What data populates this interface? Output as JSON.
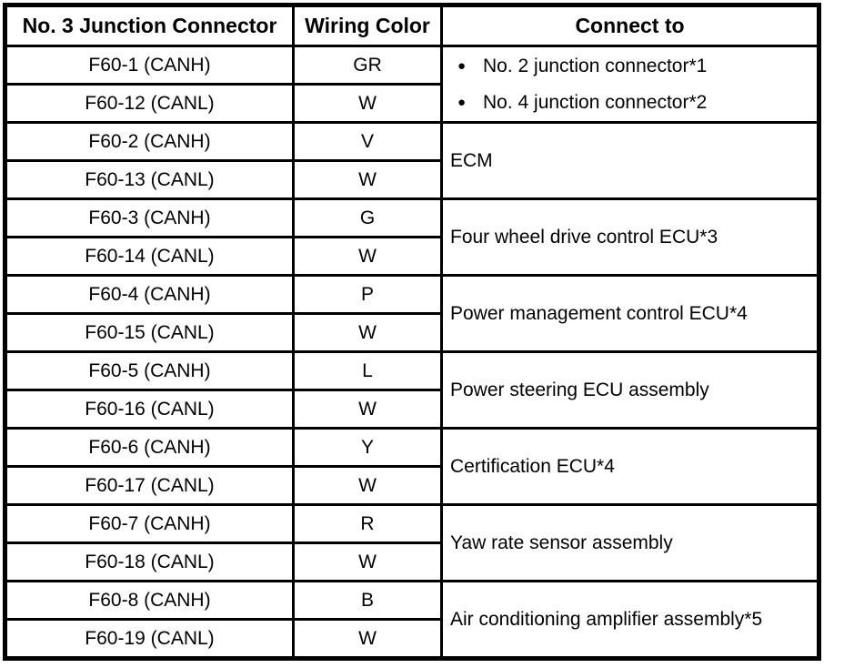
{
  "colors": {
    "border": "#000000",
    "text": "#000000",
    "background": "#ffffff"
  },
  "table": {
    "bullet_glyph": "●",
    "columns": {
      "connector": "No. 3 Junction Connector",
      "wiring_color": "Wiring Color",
      "connect_to": "Connect to"
    },
    "groups": [
      {
        "rows": [
          {
            "pin": "F60-1 (CANH)",
            "color": "GR"
          },
          {
            "pin": "F60-12 (CANL)",
            "color": "W"
          }
        ],
        "connect_to_list": [
          "No. 2 junction connector*1",
          "No. 4 junction connector*2"
        ]
      },
      {
        "rows": [
          {
            "pin": "F60-2 (CANH)",
            "color": "V"
          },
          {
            "pin": "F60-13 (CANL)",
            "color": "W"
          }
        ],
        "connect_to": "ECM"
      },
      {
        "rows": [
          {
            "pin": "F60-3 (CANH)",
            "color": "G"
          },
          {
            "pin": "F60-14 (CANL)",
            "color": "W"
          }
        ],
        "connect_to": "Four wheel drive control ECU*3"
      },
      {
        "rows": [
          {
            "pin": "F60-4 (CANH)",
            "color": "P"
          },
          {
            "pin": "F60-15 (CANL)",
            "color": "W"
          }
        ],
        "connect_to": "Power management control ECU*4"
      },
      {
        "rows": [
          {
            "pin": "F60-5 (CANH)",
            "color": "L"
          },
          {
            "pin": "F60-16 (CANL)",
            "color": "W"
          }
        ],
        "connect_to": "Power steering ECU assembly"
      },
      {
        "rows": [
          {
            "pin": "F60-6 (CANH)",
            "color": "Y"
          },
          {
            "pin": "F60-17 (CANL)",
            "color": "W"
          }
        ],
        "connect_to": "Certification ECU*4"
      },
      {
        "rows": [
          {
            "pin": "F60-7 (CANH)",
            "color": "R"
          },
          {
            "pin": "F60-18 (CANL)",
            "color": "W"
          }
        ],
        "connect_to": "Yaw rate sensor assembly"
      },
      {
        "rows": [
          {
            "pin": "F60-8 (CANH)",
            "color": "B"
          },
          {
            "pin": "F60-19 (CANL)",
            "color": "W"
          }
        ],
        "connect_to": "Air conditioning amplifier assembly*5"
      }
    ]
  }
}
